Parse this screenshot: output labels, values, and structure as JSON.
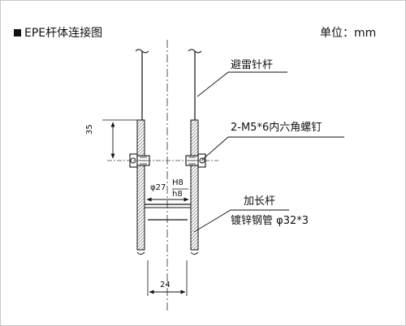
{
  "title": "EPE杆体连接图",
  "unit": "单位：mm",
  "labels": {
    "lightning_rod": "避雷针杆",
    "screw": "2-M5*6内六角螺钉",
    "extension_rod": "加长杆",
    "galvanized_pipe": "镀锌钢管 φ32*3"
  },
  "dimensions": {
    "height": "35",
    "inner_diameter": "φ27",
    "fit_upper": "H8",
    "fit_lower": "h8",
    "width": "24"
  }
}
